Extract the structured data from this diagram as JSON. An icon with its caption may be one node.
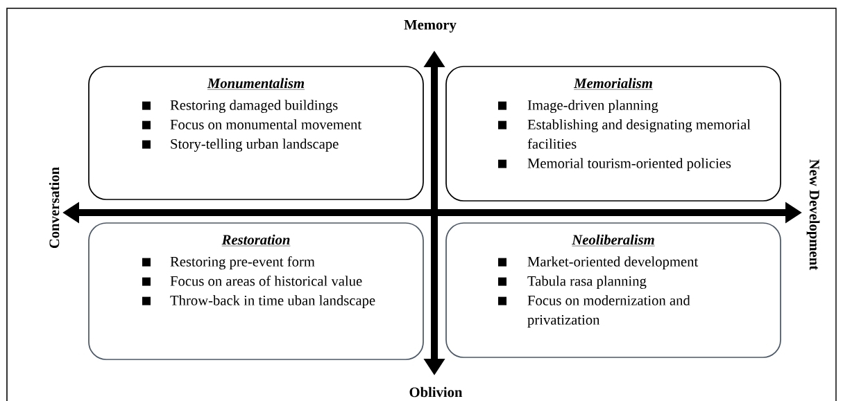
{
  "diagram": {
    "nodes": [
      {
        "text": [
          "Monumentalism",
          "Restoring damaged buildings",
          "Focus on monumental movement",
          "Story-telling urban landscape"
        ]
      },
      {
        "text": [
          "Memorialism",
          "Image-driven planning",
          "Establishing and designating memorial facilities",
          "Memorial tourism-oriented policies"
        ]
      },
      {
        "text": [
          "Restoration",
          "Restoring pre-event form",
          "Focus on areas of historical value",
          "Throw-back in time uban landscape"
        ]
      },
      {
        "text": [
          "Neoliberalism",
          "Market-oriented development",
          "Tabula rasa planning",
          "Focus on modernization and privatization"
        ]
      }
    ],
    "labels": [
      "Memory",
      "Conversation",
      "New Development",
      "Oblivion"
    ]
  }
}
